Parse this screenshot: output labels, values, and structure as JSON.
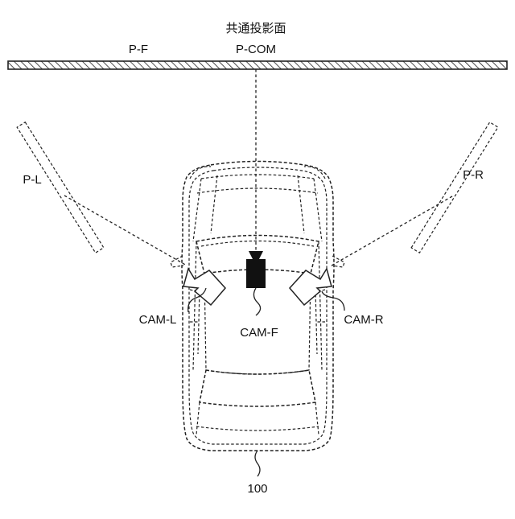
{
  "labels": {
    "common_plane": "共通投影面",
    "p_f": "P-F",
    "p_com": "P-COM",
    "p_l": "P-L",
    "p_r": "P-R",
    "cam_l": "CAM-L",
    "cam_f": "CAM-F",
    "cam_r": "CAM-R",
    "vehicle": "100"
  }
}
